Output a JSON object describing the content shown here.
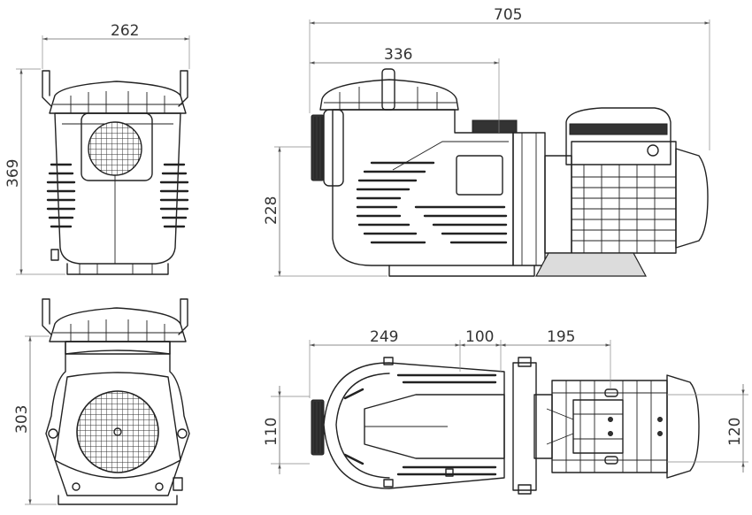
{
  "dimensions": {
    "front_width": "262",
    "front_height": "369",
    "overall_length": "705",
    "basket_length": "336",
    "inlet_height": "228",
    "rear_height": "303",
    "top_a": "249",
    "top_b": "100",
    "top_c": "195",
    "inlet_offset": "110",
    "motor_offset": "120"
  }
}
